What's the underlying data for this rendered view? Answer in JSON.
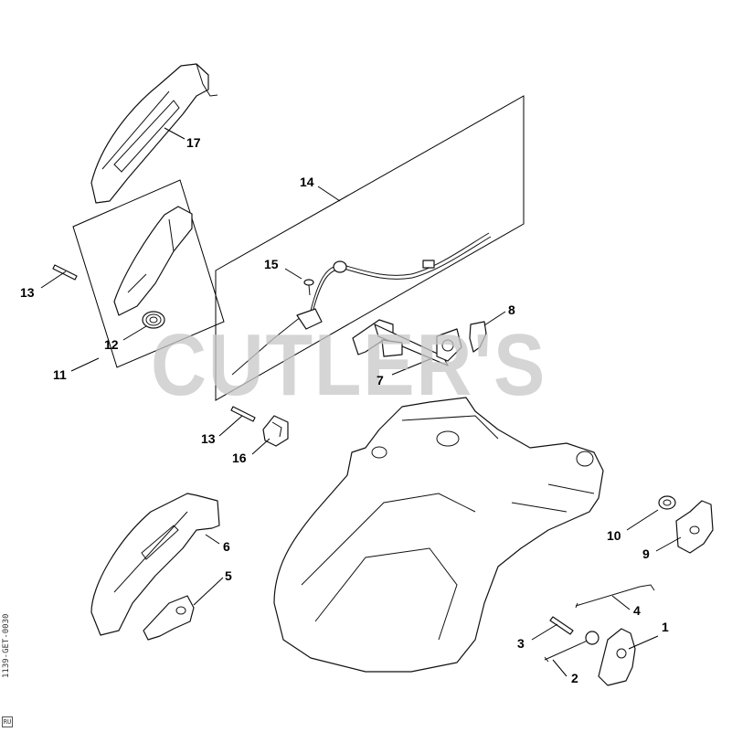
{
  "watermark": "CUTLER'S",
  "drawing_code": "1139-GET-0030",
  "code_box": "RU",
  "callouts": [
    {
      "id": "1",
      "label": "1"
    },
    {
      "id": "2",
      "label": "2"
    },
    {
      "id": "3",
      "label": "3"
    },
    {
      "id": "4",
      "label": "4"
    },
    {
      "id": "5",
      "label": "5"
    },
    {
      "id": "6",
      "label": "6"
    },
    {
      "id": "7",
      "label": "7"
    },
    {
      "id": "8",
      "label": "8"
    },
    {
      "id": "9",
      "label": "9"
    },
    {
      "id": "10",
      "label": "10"
    },
    {
      "id": "11",
      "label": "11"
    },
    {
      "id": "12",
      "label": "12"
    },
    {
      "id": "13a",
      "label": "13"
    },
    {
      "id": "13b",
      "label": "13"
    },
    {
      "id": "14",
      "label": "14"
    },
    {
      "id": "15",
      "label": "15"
    },
    {
      "id": "16",
      "label": "16"
    },
    {
      "id": "17",
      "label": "17"
    }
  ]
}
